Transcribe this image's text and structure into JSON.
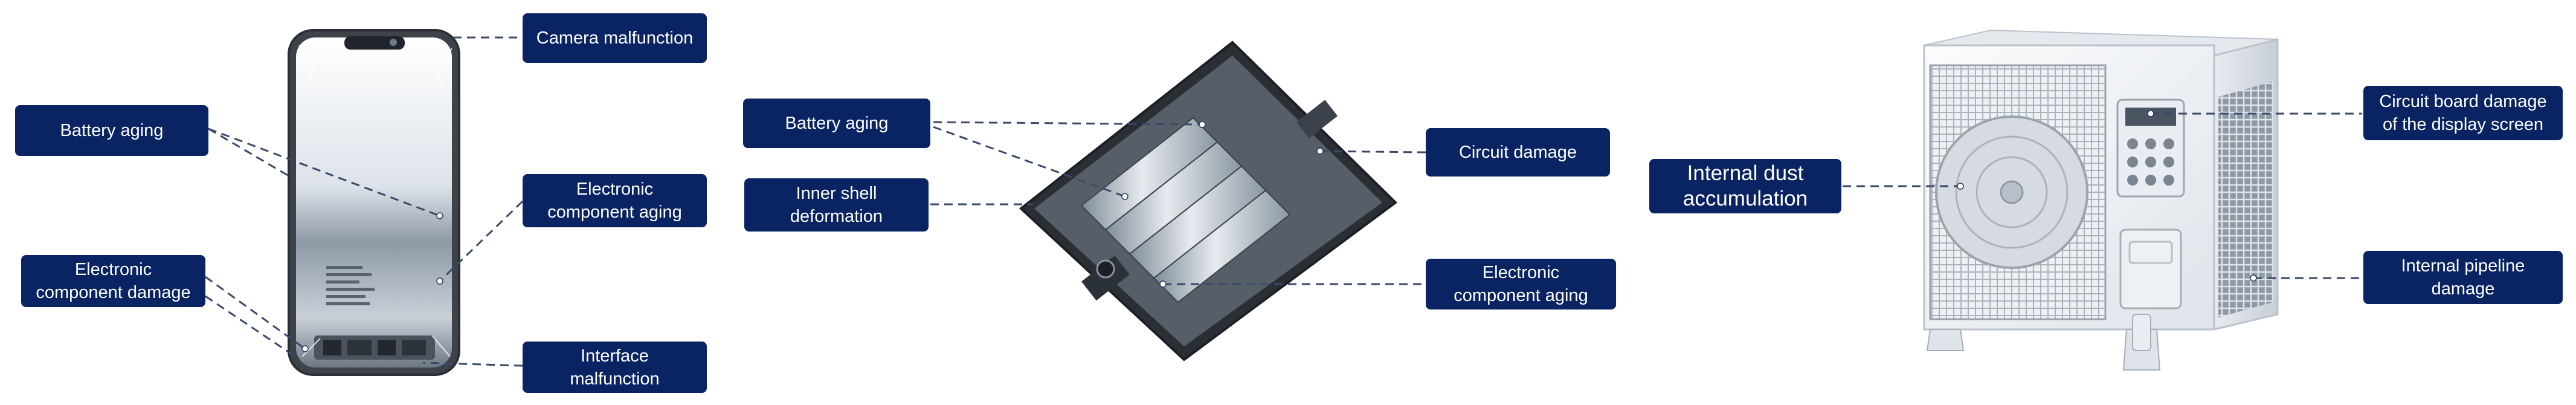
{
  "phone": {
    "labels": {
      "camera": "Camera malfunction",
      "battery": "Battery aging",
      "electronic_aging": "Electronic\ncomponent aging",
      "electronic_damage": "Electronic\ncomponent damage",
      "interface": "Interface\nmalfunction"
    }
  },
  "tablet": {
    "labels": {
      "battery": "Battery aging",
      "shell": "Inner shell\ndeformation",
      "circuit": "Circuit damage",
      "electronic_aging": "Electronic\ncomponent aging"
    }
  },
  "ac_unit": {
    "labels": {
      "dust": "Internal dust\naccumulation",
      "display_board": "Circuit board damage\nof the display screen",
      "pipeline": "Internal pipeline\ndamage"
    }
  },
  "colors": {
    "label_bg": "#0a2463",
    "label_text": "#ffffff",
    "leader_line": "#3a4a6a"
  }
}
